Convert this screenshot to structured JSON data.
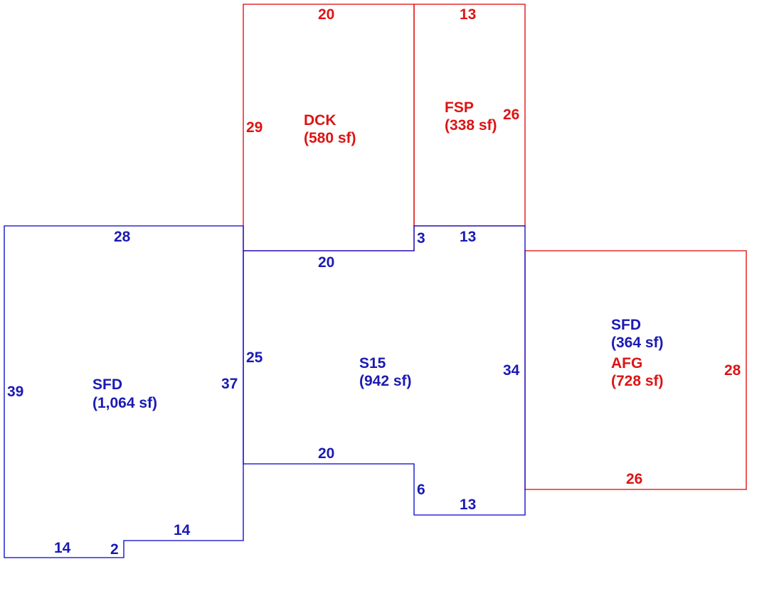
{
  "colors": {
    "living_area": "#0000cc",
    "other_area": "#e00000"
  },
  "areas": {
    "sfd_main": {
      "code": "SFD",
      "area": "(1,064 sf)"
    },
    "s15": {
      "code": "S15",
      "area": "(942 sf)"
    },
    "dck": {
      "code": "DCK",
      "area": "(580 sf)"
    },
    "fsp": {
      "code": "FSP",
      "area": "(338 sf)"
    },
    "sfd_upper": {
      "code": "SFD",
      "area": "(364 sf)"
    },
    "afg": {
      "code": "AFG",
      "area": "(728 sf)"
    }
  },
  "dimensions": {
    "sfd_top": "28",
    "sfd_left": "39",
    "sfd_right": "37",
    "sfd_bottom": "14",
    "sfd_notch_height": "2",
    "sfd_notch_top": "14",
    "s15_top": "20",
    "s15_left": "25",
    "s15_bottom": "20",
    "s15_notch": "6",
    "s15_bottom_right": "13",
    "s15_right": "34",
    "s15_top_right": "13",
    "s15_step": "3",
    "dck_top": "20",
    "dck_left": "29",
    "fsp_top": "13",
    "fsp_right": "26",
    "afg_right": "28",
    "afg_bottom": "26"
  }
}
